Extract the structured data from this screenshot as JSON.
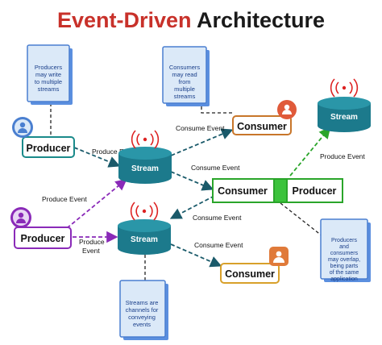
{
  "title": {
    "part1": "Event-Driven",
    "part2": "Architecture"
  },
  "notes": {
    "producers_write": "Producers may write to multiple streams",
    "consumers_read": "Consumers may read from multiple streams",
    "overlap": "Producers and consumers may overlap, being parts of the same application",
    "channels": "Streams are channels for conveying events"
  },
  "nodes": {
    "producer_top": "Producer",
    "producer_bottom": "Producer",
    "stream_top": "Stream",
    "stream_bottom": "Stream",
    "stream_right": "Stream",
    "consumer_top": "Consumer",
    "consumer_bottom": "Consumer",
    "combo_consumer": "Consumer",
    "combo_producer": "Producer"
  },
  "edges": {
    "e1": "Produce Event",
    "e2": "Consume Event",
    "e3": "Consume Event",
    "e4": "Produce Event",
    "e5": "Produce Event",
    "e6": "Consume Event",
    "e7": "Consume Event",
    "e8": "Produce Event"
  },
  "colors": {
    "stream": "#1c7a8c",
    "stream_top": "#2a96a8",
    "note_bg": "#dbe9f8",
    "note_border": "#4a7fd0",
    "producer_border": "#1a8a8a",
    "purple": "#8a2ab8",
    "consumer_border": "#c8762a",
    "green": "#2aa52a",
    "edge": "#1a5a6a",
    "title_red": "#c8312a"
  }
}
